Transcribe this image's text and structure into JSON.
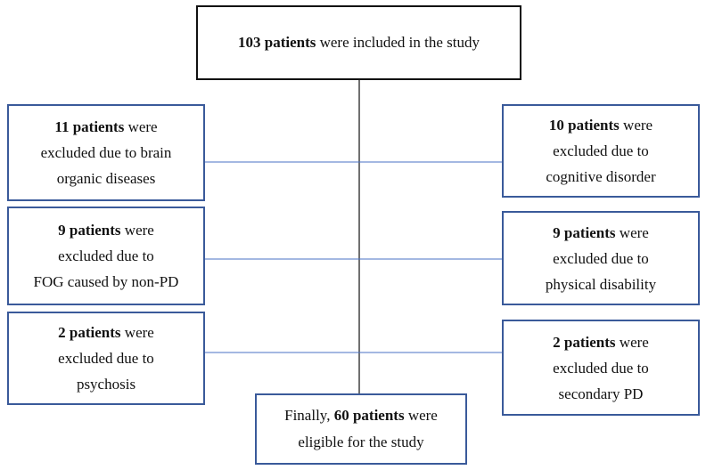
{
  "flowchart": {
    "top": {
      "count": "103 patients",
      "rest": " were included in the study"
    },
    "exclusions_left": [
      {
        "count": "11 patients",
        "after_count": " were",
        "lines": [
          "excluded due to brain",
          "organic diseases"
        ]
      },
      {
        "count": "9 patients",
        "after_count": " were",
        "lines": [
          "excluded due to",
          "FOG caused by non-PD"
        ]
      },
      {
        "count": "2 patients",
        "after_count": " were",
        "lines": [
          "excluded due to",
          "psychosis"
        ]
      }
    ],
    "exclusions_right": [
      {
        "count": "10 patients",
        "after_count": " were",
        "lines": [
          "excluded due to",
          "cognitive disorder"
        ]
      },
      {
        "count": "9 patients",
        "after_count": " were",
        "lines": [
          "excluded due to",
          "physical disability"
        ]
      },
      {
        "count": "2 patients",
        "after_count": " were",
        "lines": [
          "excluded due to",
          "secondary PD"
        ]
      }
    ],
    "final": {
      "prefix": "Finally, ",
      "count": "60 patients",
      "suffix": " were",
      "line2": "eligible for the study"
    },
    "colors": {
      "main_border": "#111111",
      "exclusion_border": "#3a5a9a",
      "connector_branch": "#4a72c4",
      "connector_trunk": "#111111"
    }
  }
}
